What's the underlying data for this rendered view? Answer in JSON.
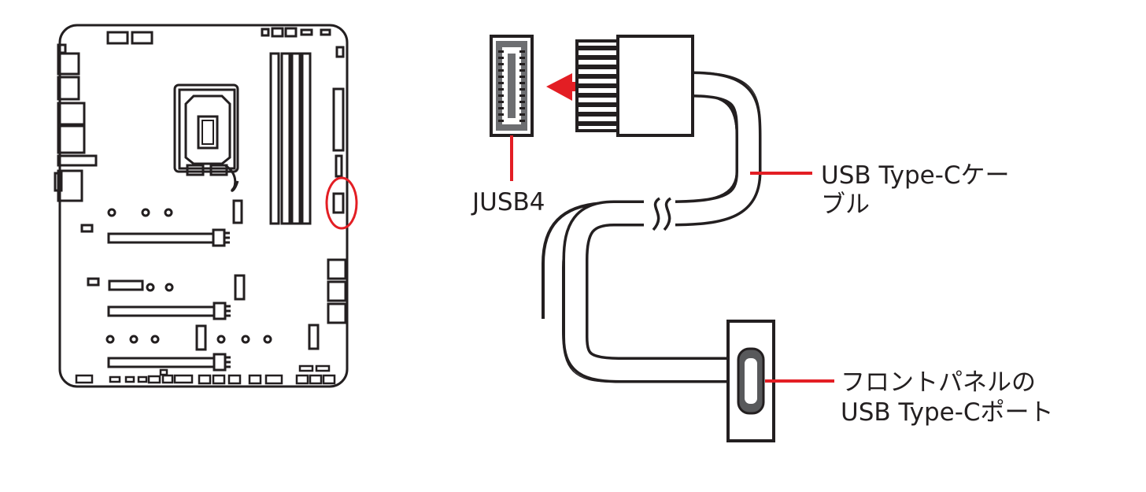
{
  "labels": {
    "header_name": "JUSB4",
    "cable_line1": "USB Type-Cケー",
    "cable_line2": "ブル",
    "port_line1": "フロントパネルの",
    "port_line2": "USB Type-Cポート"
  },
  "colors": {
    "line": "#231f20",
    "accent": "#e31e24",
    "socket_fill": "#6d6e71",
    "port_fill": "#58595b"
  }
}
